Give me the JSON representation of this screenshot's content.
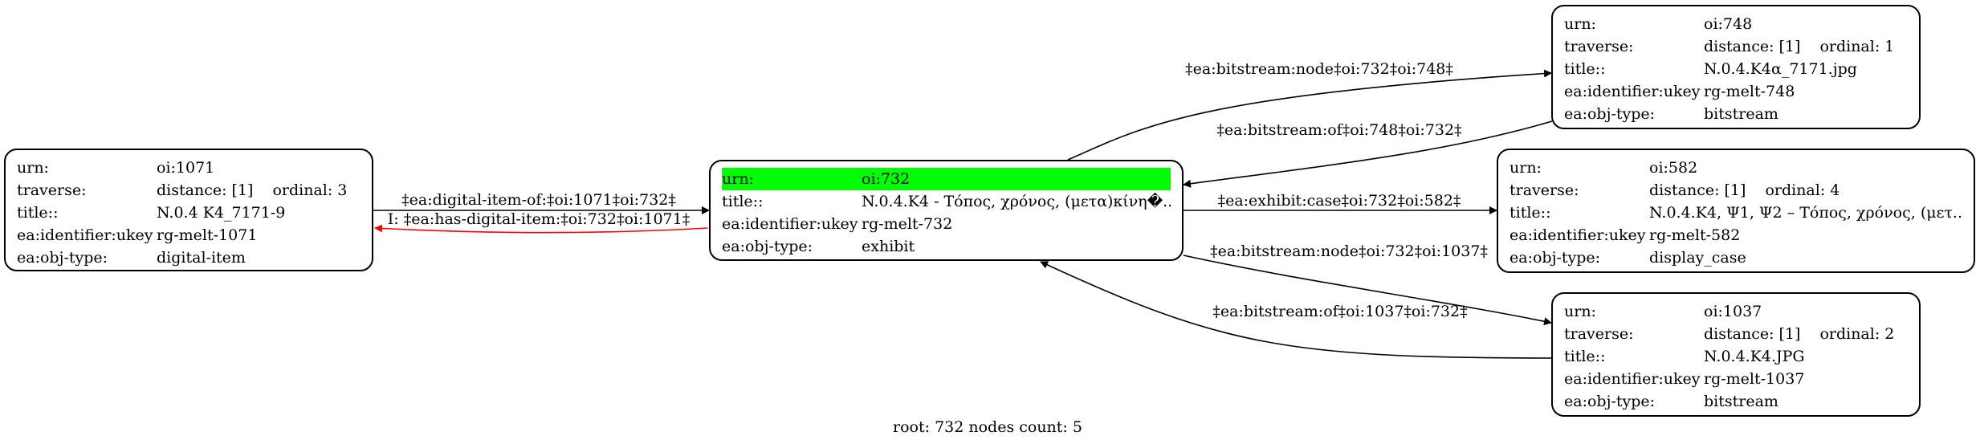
{
  "nodes": {
    "n1071": {
      "rows": [
        {
          "key": "urn:",
          "value": "oi:1071"
        },
        {
          "key": "traverse:",
          "value": "distance: [1]",
          "extra": "ordinal: 3"
        },
        {
          "key": "title::",
          "value": "N.0.4 K4_7171-9"
        },
        {
          "key": "ea:identifier:ukey",
          "value": "rg-melt-1071"
        },
        {
          "key": "ea:obj-type:",
          "value": "digital-item"
        }
      ]
    },
    "n732": {
      "rows": [
        {
          "key": "urn:",
          "value": "oi:732",
          "highlight": true
        },
        {
          "key": "title::",
          "value": "N.0.4.K4 - Τόπος, χρόνος, (μετα)κίνη�..."
        },
        {
          "key": "ea:identifier:ukey",
          "value": "rg-melt-732"
        },
        {
          "key": "ea:obj-type:",
          "value": "exhibit"
        }
      ]
    },
    "n748": {
      "rows": [
        {
          "key": "urn:",
          "value": "oi:748"
        },
        {
          "key": "traverse:",
          "value": "distance: [1]",
          "extra": "ordinal: 1"
        },
        {
          "key": "title::",
          "value": "N.0.4.K4α_7171.jpg"
        },
        {
          "key": "ea:identifier:ukey",
          "value": "rg-melt-748"
        },
        {
          "key": "ea:obj-type:",
          "value": "bitstream"
        }
      ]
    },
    "n582": {
      "rows": [
        {
          "key": "urn:",
          "value": "oi:582"
        },
        {
          "key": "traverse:",
          "value": "distance: [1]",
          "extra": "ordinal: 4"
        },
        {
          "key": "title::",
          "value": "N.0.4.K4, Ψ1, Ψ2 – Τόπος, χρόνος, (μετ..."
        },
        {
          "key": "ea:identifier:ukey",
          "value": "rg-melt-582"
        },
        {
          "key": "ea:obj-type:",
          "value": "display_case"
        }
      ]
    },
    "n1037": {
      "rows": [
        {
          "key": "urn:",
          "value": "oi:1037"
        },
        {
          "key": "traverse:",
          "value": "distance: [1]",
          "extra": "ordinal: 2"
        },
        {
          "key": "title::",
          "value": "N.0.4.K4.JPG"
        },
        {
          "key": "ea:identifier:ukey",
          "value": "rg-melt-1037"
        },
        {
          "key": "ea:obj-type:",
          "value": "bitstream"
        }
      ]
    }
  },
  "edges": {
    "e1": {
      "label": "‡ea:digital-item-of:‡oi:1071‡oi:732‡",
      "color": "#000000"
    },
    "e2": {
      "label": "I: ‡ea:has-digital-item:‡oi:732‡oi:1071‡",
      "color": "#ff0000"
    },
    "e3": {
      "label": "‡ea:bitstream:node‡oi:732‡oi:748‡",
      "color": "#000000"
    },
    "e4": {
      "label": "‡ea:bitstream:of‡oi:748‡oi:732‡",
      "color": "#000000"
    },
    "e5": {
      "label": "‡ea:exhibit:case‡oi:732‡oi:582‡",
      "color": "#000000"
    },
    "e6": {
      "label": "‡ea:bitstream:node‡oi:732‡oi:1037‡",
      "color": "#000000"
    },
    "e7": {
      "label": "‡ea:bitstream:of‡oi:1037‡oi:732‡",
      "color": "#000000"
    }
  },
  "footer": "root: 732 nodes count: 5",
  "colors": {
    "highlight": "#00ff00",
    "reverse_edge": "#ff0000"
  }
}
